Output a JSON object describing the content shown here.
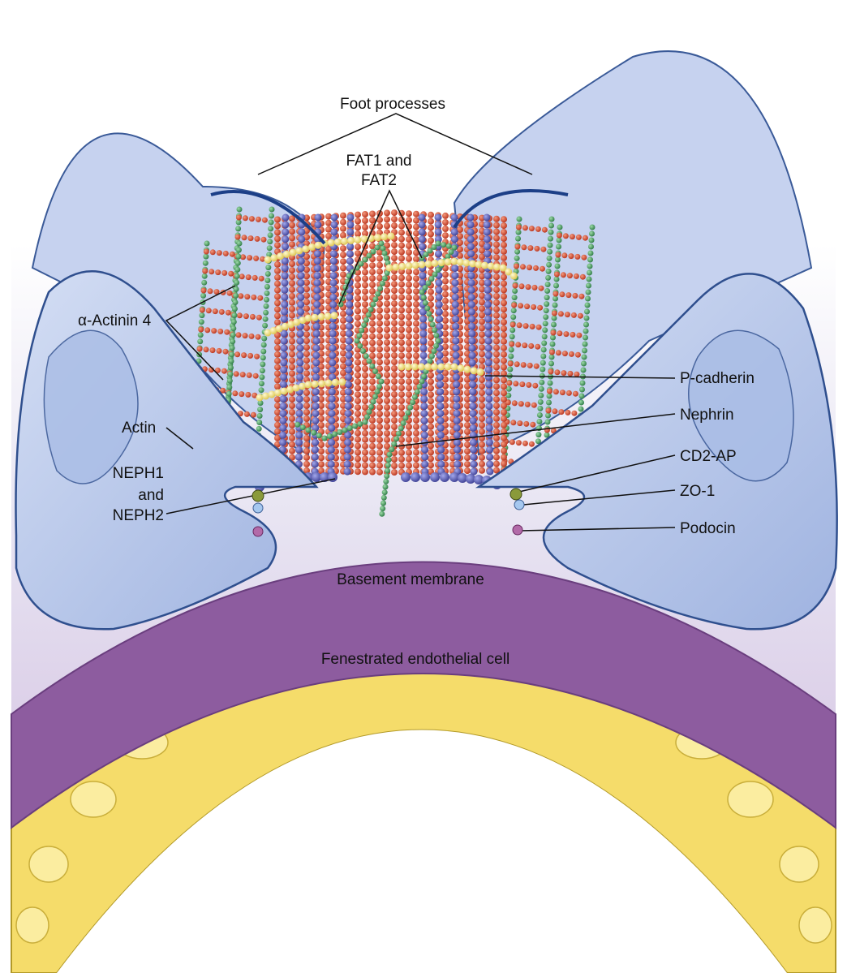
{
  "labels": {
    "foot_processes": "Foot processes",
    "fat_line1": "FAT1 and",
    "fat_line2": "FAT2",
    "alpha_actinin": "α-Actinin 4",
    "actin": "Actin",
    "neph_line1": "NEPH1",
    "neph_line2": "and",
    "neph_line3": "NEPH2",
    "p_cadherin": "P-cadherin",
    "nephrin": "Nephrin",
    "cd2ap": "CD2-AP",
    "zo1": "ZO-1",
    "podocin": "Podocin",
    "basement_membrane": "Basement membrane",
    "endothelial": "Fenestrated endothelial cell"
  },
  "colors": {
    "foot_process": "#b9c8ea",
    "foot_process_edge": "#3a5a98",
    "basement_membrane": "#8d5c9f",
    "endothelium": "#f5dc6a",
    "actin_red": "#d24a30",
    "nephrin_blue": "#5a5fb0",
    "neph_green": "#3e9b5a",
    "cadherin_yellow": "#f2e26a"
  }
}
